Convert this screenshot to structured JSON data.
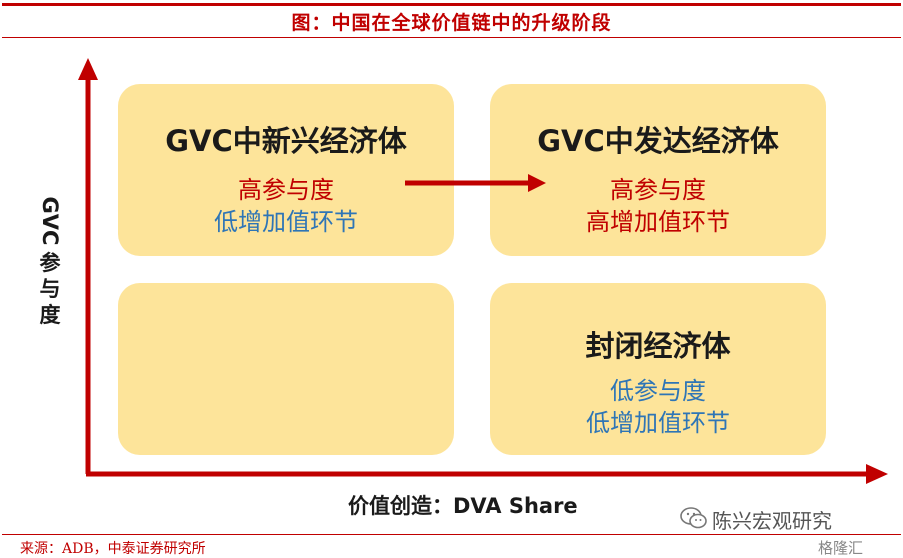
{
  "header": {
    "title": "图：中国在全球价值链中的升级阶段"
  },
  "diagram": {
    "boxes": {
      "top_left": {
        "title": "GVC中新兴经济体",
        "line1": "高参与度",
        "line2": "低增加值环节"
      },
      "top_right": {
        "title": "GVC中发达经济体",
        "line1": "高参与度",
        "line2": "高增加值环节"
      },
      "bottom_left": {},
      "bottom_right": {
        "title": "封闭经济体",
        "line1": "低参与度",
        "line2": "低增加值环节"
      }
    },
    "x_axis_label": "价值创造：DVA Share",
    "y_axis_label": {
      "latin": "GVC",
      "chars": [
        "参",
        "与",
        "度"
      ]
    }
  },
  "footer": {
    "source": "来源：ADB，中泰证券研究所",
    "watermark": "陈兴宏观研究",
    "brand": "格隆汇"
  },
  "colors": {
    "accent_red": "#c00000",
    "box_fill": "#fde49a",
    "text_blue": "#2e75b6",
    "text_dark": "#1a1a1a"
  }
}
